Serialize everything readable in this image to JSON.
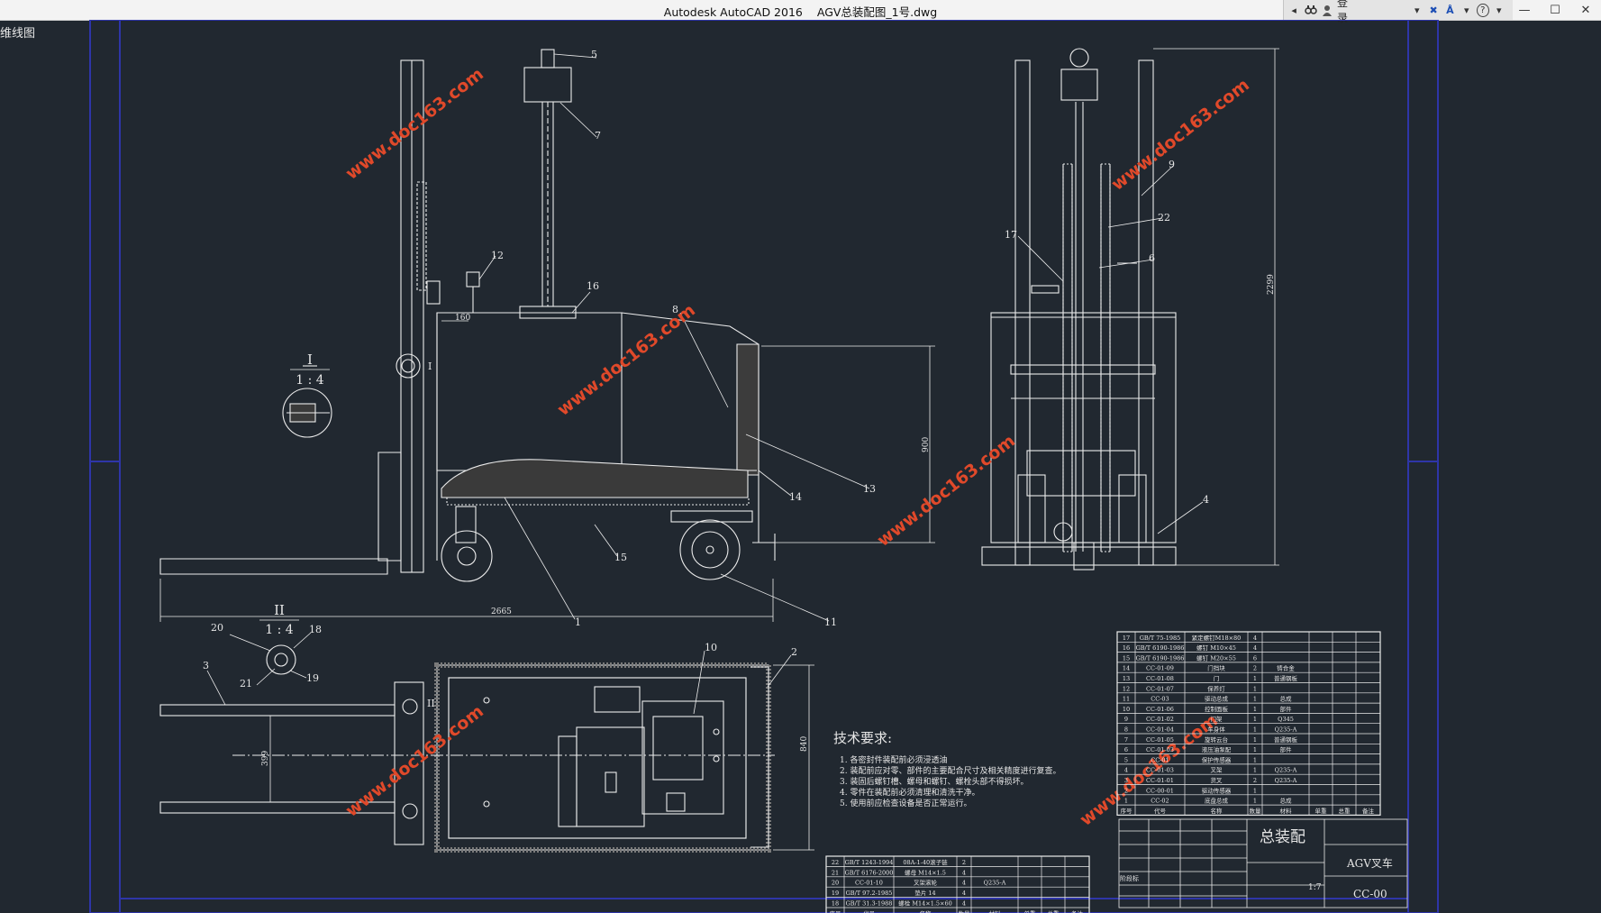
{
  "window": {
    "app_title": "Autodesk AutoCAD 2016",
    "file_name": "AGV总装配图_1号.dwg",
    "login_label": "登录",
    "help_label": "?",
    "minimize_label": "—",
    "viewport_label": "维线图"
  },
  "drawing": {
    "detail_i": {
      "title": "I",
      "scale": "1 : 4"
    },
    "detail_ii": {
      "title": "II",
      "scale": "1 : 4"
    },
    "marker_i": "I",
    "marker_ii": "II",
    "dimensions": {
      "d160": "160",
      "d900": "900",
      "d2665": "2665",
      "d2299": "2299",
      "d840": "840",
      "d399": "399"
    },
    "balloons": {
      "b1": "1",
      "b2": "2",
      "b3": "3",
      "b4": "4",
      "b5": "5",
      "b6": "6",
      "b7": "7",
      "b8": "8",
      "b9": "9",
      "b10": "10",
      "b11": "11",
      "b12": "12",
      "b13": "13",
      "b14": "14",
      "b15": "15",
      "b16": "16",
      "b17": "17",
      "b18": "18",
      "b19": "19",
      "b20": "20",
      "b21": "21",
      "b22": "22"
    },
    "watermark": "www.doc163.com",
    "tech_req": {
      "title": "技术要求:",
      "items": [
        "1. 各密封件装配前必须浸透油",
        "2. 装配前应对零、部件的主要配合尺寸及相关精度进行复查。",
        "3. 装固后螺钉槽、螺母和螺钉、螺栓头部不得损坏。",
        "4. 零件在装配前必须清理和清洗干净。",
        "5. 使用前应检查设备是否正常运行。"
      ]
    },
    "bom_main": [
      [
        "17",
        "GB/T 75-1985",
        "紧定螺钉M18×80",
        "4",
        ""
      ],
      [
        "16",
        "GB/T 6190-1986",
        "螺钉 M10×45",
        "4",
        ""
      ],
      [
        "15",
        "GB/T 6190-1986",
        "螺钉 M20×55",
        "6",
        ""
      ],
      [
        "14",
        "CC-01-09",
        "门挡块",
        "2",
        "铸合金"
      ],
      [
        "13",
        "CC-01-08",
        "门",
        "1",
        "普通钢板"
      ],
      [
        "12",
        "CC-01-07",
        "保养灯",
        "1",
        ""
      ],
      [
        "11",
        "CC-03",
        "驱动总成",
        "1",
        "总成"
      ],
      [
        "10",
        "CC-01-06",
        "控制面板",
        "1",
        "部件"
      ],
      [
        "9",
        "CC-01-02",
        "门架",
        "1",
        "Q345"
      ],
      [
        "8",
        "CC-01-04",
        "车身体",
        "1",
        "Q235-A"
      ],
      [
        "7",
        "CC-01-05",
        "旋转云台",
        "1",
        "普通钢板"
      ],
      [
        "6",
        "CC-01-03",
        "液压油泵配",
        "1",
        "部件"
      ],
      [
        "5",
        "CC-01",
        "保护传感器",
        "1",
        ""
      ],
      [
        "4",
        "CC-01-03",
        "叉架",
        "1",
        "Q235-A"
      ],
      [
        "3",
        "CC-01-01",
        "货叉",
        "2",
        "Q235-A"
      ],
      [
        "2",
        "CC-00-01",
        "驱动传感器",
        "1",
        ""
      ],
      [
        "1",
        "CC-02",
        "底盘总成",
        "1",
        "总成"
      ]
    ],
    "bom_main_header": [
      "序号",
      "代号",
      "名称",
      "数量",
      "材料",
      "单重",
      "总重",
      "备注"
    ],
    "bom_lower": [
      [
        "22",
        "GB/T 1243-1994",
        "08A-1-40滚子链",
        "2",
        ""
      ],
      [
        "21",
        "GB/T 6176-2000",
        "螺母 M14×1.5",
        "4",
        ""
      ],
      [
        "20",
        "CC-01-10",
        "叉架滚轮",
        "4",
        "Q235-A"
      ],
      [
        "19",
        "GB/T 97.2-1985",
        "垫片 14",
        "4",
        ""
      ],
      [
        "18",
        "GB/T 31.3-1988",
        "螺栓 M14×1.5×60",
        "4",
        ""
      ]
    ],
    "bom_lower_header": [
      "序号",
      "代号",
      "名称",
      "数量",
      "材料",
      "单重",
      "总重",
      "备注"
    ],
    "title_block": {
      "drawing_name": "总装配",
      "product": "AGV叉车",
      "drawing_no": "CC-00",
      "scale": "1:7",
      "mark": "阶段标"
    }
  },
  "colors": {
    "background": "#212830",
    "line": "#ececec",
    "frame": "#2e35a8",
    "watermark": "#e0492a",
    "titlebar": "#f3f3f3"
  }
}
